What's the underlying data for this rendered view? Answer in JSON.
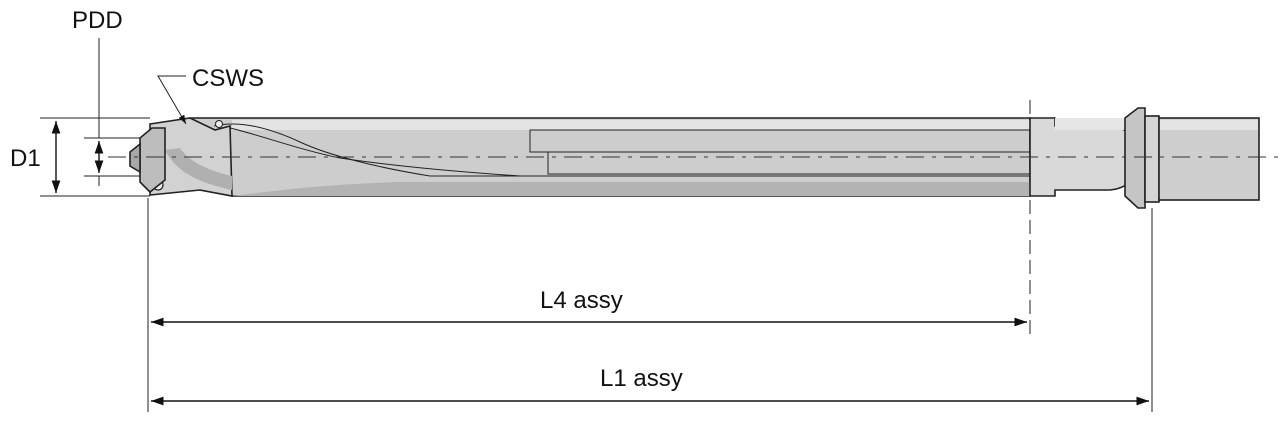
{
  "labels": {
    "pdd": "PDD",
    "csws": "CSWS",
    "d1": "D1",
    "l4": "L4 assy",
    "l1": "L1 assy"
  },
  "colors": {
    "tool_body": "#cdcdcd",
    "tool_light": "#e2e2e2",
    "tool_dark": "#a9a9a9",
    "line": "#111111"
  }
}
